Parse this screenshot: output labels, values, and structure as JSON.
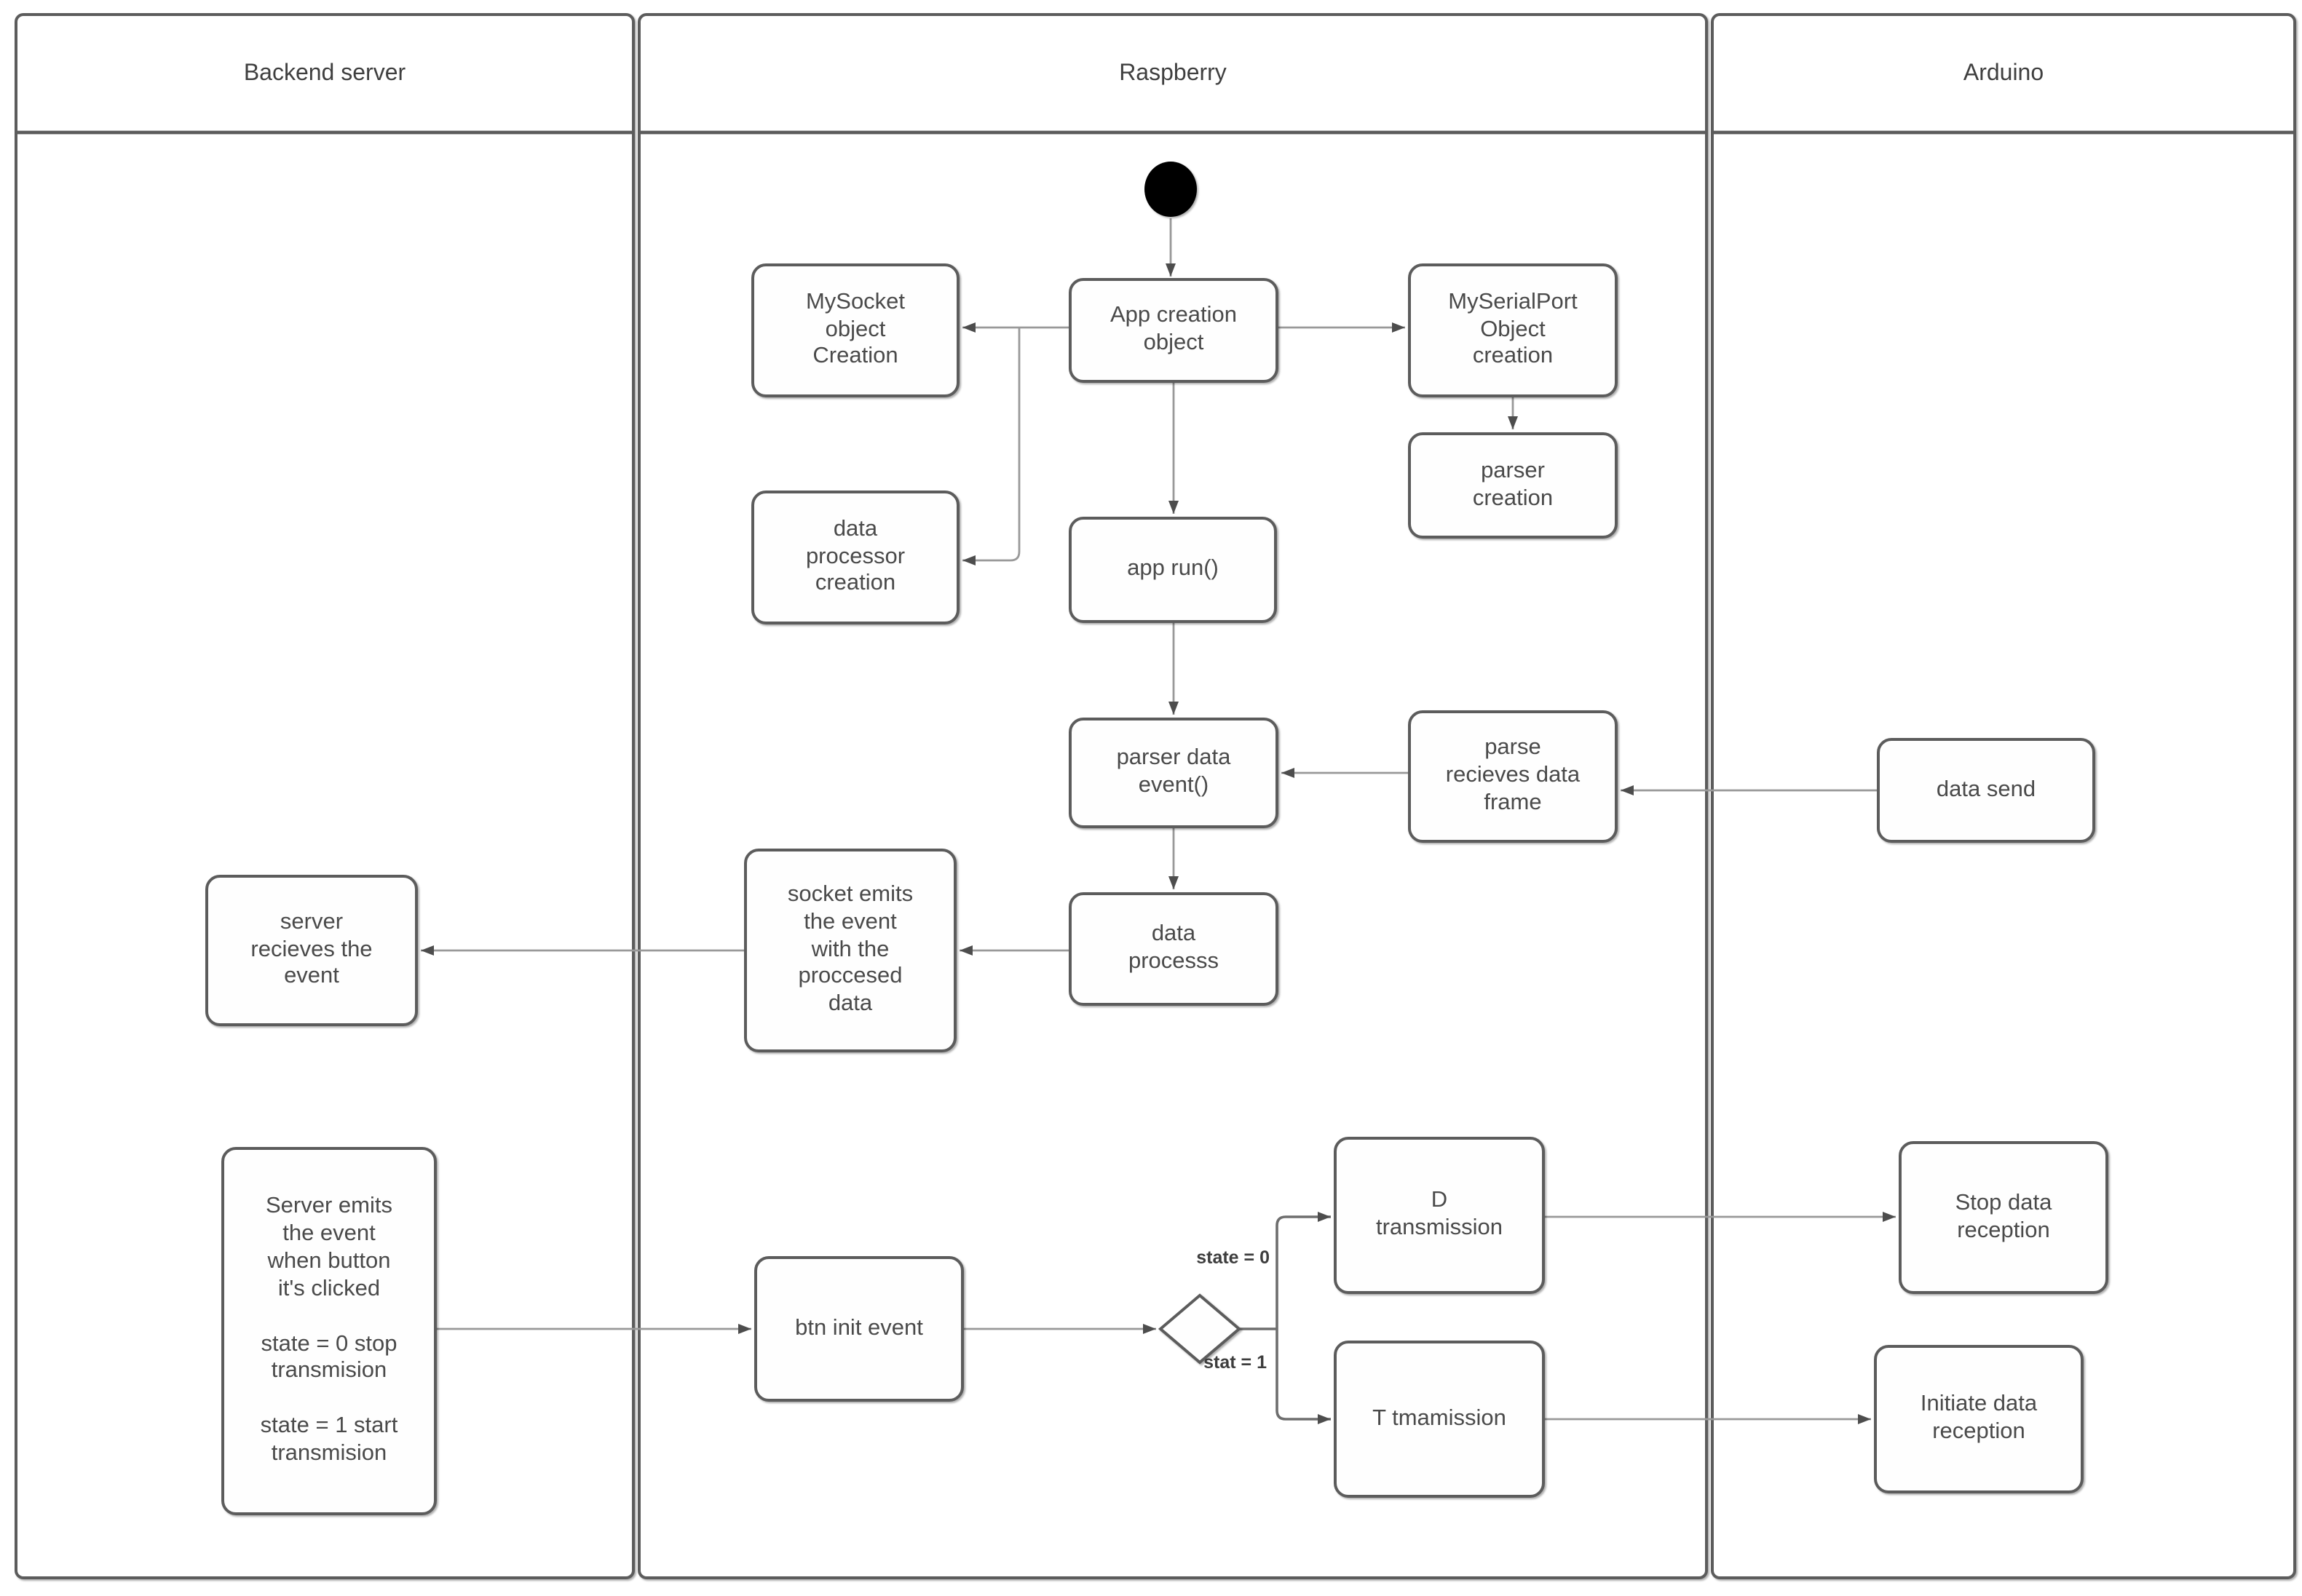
{
  "diagram": {
    "kind": "uml-activity-diagram-with-swimlanes",
    "lanes": [
      {
        "id": "backend-server",
        "title": "Backend server"
      },
      {
        "id": "raspberry",
        "title": "Raspberry"
      },
      {
        "id": "arduino",
        "title": "Arduino"
      }
    ],
    "nodes": {
      "start": {
        "type": "initial-node",
        "label": ""
      },
      "mysocket": {
        "label": "MySocket\nobject\nCreation"
      },
      "app_creation": {
        "label": "App creation\nobject"
      },
      "myserialport": {
        "label": "MySerialPort\nObject\ncreation"
      },
      "parser_creation": {
        "label": "parser\ncreation"
      },
      "data_processor": {
        "label": "data\nprocessor\ncreation"
      },
      "app_run": {
        "label": "app run()"
      },
      "parser_data_event": {
        "label": "parser data\nevent()"
      },
      "parse_recieves": {
        "label": "parse\nrecieves data\nframe"
      },
      "data_send": {
        "label": "data send"
      },
      "data_processs": {
        "label": "data\nprocesss"
      },
      "socket_emits": {
        "label": "socket emits\nthe event\nwith the\nproccesed\ndata"
      },
      "server_recieves": {
        "label": "server\nrecieves the\nevent"
      },
      "server_emits": {
        "label": "Server emits\nthe event\nwhen button\nit's clicked\n\nstate = 0 stop\ntransmision\n\nstate = 1 start\ntransmision"
      },
      "btn_init": {
        "label": "btn init event"
      },
      "decision": {
        "type": "decision-diamond",
        "label": ""
      },
      "d_transmission": {
        "label": "D\ntransmission"
      },
      "t_tmamission": {
        "label": "T tmamission"
      },
      "stop_data": {
        "label": "Stop data\nreception"
      },
      "initiate_data": {
        "label": "Initiate data\nreception"
      }
    },
    "edge_labels": {
      "state0": "state = 0",
      "state1": "stat = 1"
    },
    "colors": {
      "node_border": "#5c5c5c",
      "node_fill": "#ffffff",
      "text": "#4a4a4a",
      "line": "#999999",
      "arrowhead": "#4d4d4d",
      "start_node": "#000000"
    }
  }
}
